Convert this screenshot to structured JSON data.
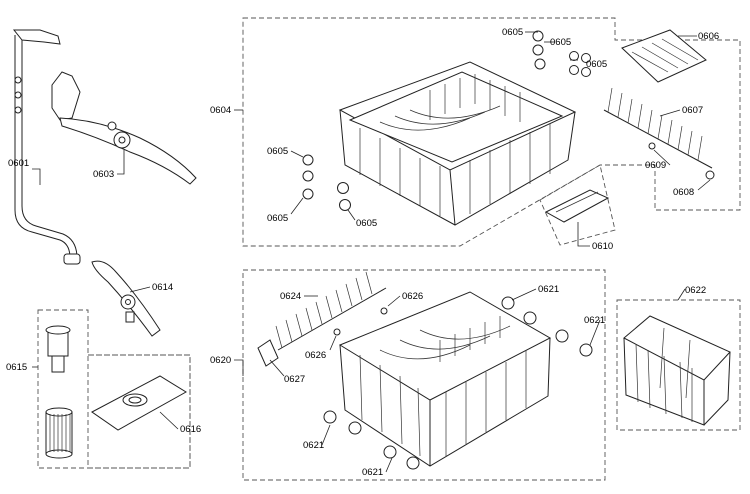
{
  "diagram": {
    "labels": {
      "l0601": "0601",
      "l0603": "0603",
      "l0604": "0604",
      "l0605a": "0605",
      "l0605b": "0605",
      "l0605c": "0605",
      "l0605d": "0605",
      "l0605e": "0605",
      "l0605f": "0605",
      "l0606": "0606",
      "l0607": "0607",
      "l0608": "0608",
      "l0609": "0609",
      "l0610": "0610",
      "l0614": "0614",
      "l0615": "0615",
      "l0616": "0616",
      "l0620": "0620",
      "l0621a": "0621",
      "l0621b": "0621",
      "l0621c": "0621",
      "l0621d": "0621",
      "l0622": "0622",
      "l0624": "0624",
      "l0626a": "0626",
      "l0626b": "0626",
      "l0627": "0627"
    }
  }
}
